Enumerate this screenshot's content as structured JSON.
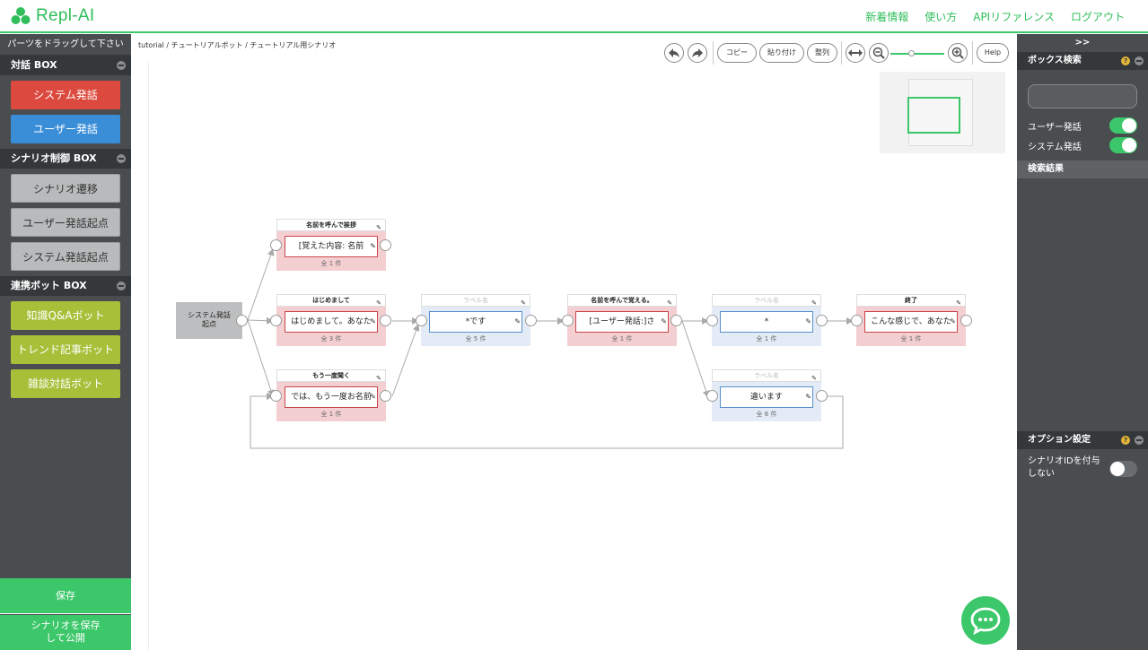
{
  "header": {
    "logo": "Repl-AI",
    "nav": [
      "新着情報",
      "使い方",
      "APIリファレンス",
      "ログアウト"
    ]
  },
  "left": {
    "drag_hint": "パーツをドラッグして下さい",
    "sections": [
      {
        "title": "対話 BOX",
        "items": [
          "システム発話",
          "ユーザー発話"
        ]
      },
      {
        "title": "シナリオ制御 BOX",
        "items": [
          "シナリオ遷移",
          "ユーザー発話起点",
          "システム発話起点"
        ]
      },
      {
        "title": "連携ボット BOX",
        "items": [
          "知識Q&Aボット",
          "トレンド記事ボット",
          "雑談対話ボット"
        ]
      }
    ],
    "save": "保存",
    "publish_l1": "シナリオを保存",
    "publish_l2": "して公開"
  },
  "canvas": {
    "breadcrumb": "tutorial / チュートリアルボット / チュートリアル用シナリオ",
    "toolbar": {
      "copy": "コピー",
      "paste": "貼り付け",
      "arrange": "整列",
      "help": "Help"
    },
    "start_l1": "システム発話",
    "start_l2": "起点",
    "nodes": [
      {
        "title": "名前を呼んで挨拶",
        "text": "[覚えた内容: 名前",
        "count": "全 1 件"
      },
      {
        "title": "はじめまして",
        "text": "はじめまして。あなた",
        "count": "全 3 件"
      },
      {
        "title": "もう一度聞く",
        "text": "では、もう一度お名前",
        "count": "全 1 件"
      },
      {
        "title": "ラベル名",
        "text": "*です",
        "count": "全 5 件"
      },
      {
        "title": "名前を呼んで覚える。",
        "text": "[ユーザー発話:]さ",
        "count": "全 1 件"
      },
      {
        "title": "ラベル名",
        "text": "*",
        "count": "全 1 件"
      },
      {
        "title": "ラベル名",
        "text": "違います",
        "count": "全 6 件"
      },
      {
        "title": "終了",
        "text": "こんな感じで、あなた",
        "count": "全 1 件"
      }
    ]
  },
  "right": {
    "toggle_panel": ">>",
    "search_title": "ボックス検索",
    "toggle_user": "ユーザー発話",
    "toggle_system": "システム発話",
    "results_title": "検索結果",
    "options_title": "オプション設定",
    "option_label_l1": "シナリオIDを付与",
    "option_label_l2": "しない",
    "help_mark": "?"
  }
}
